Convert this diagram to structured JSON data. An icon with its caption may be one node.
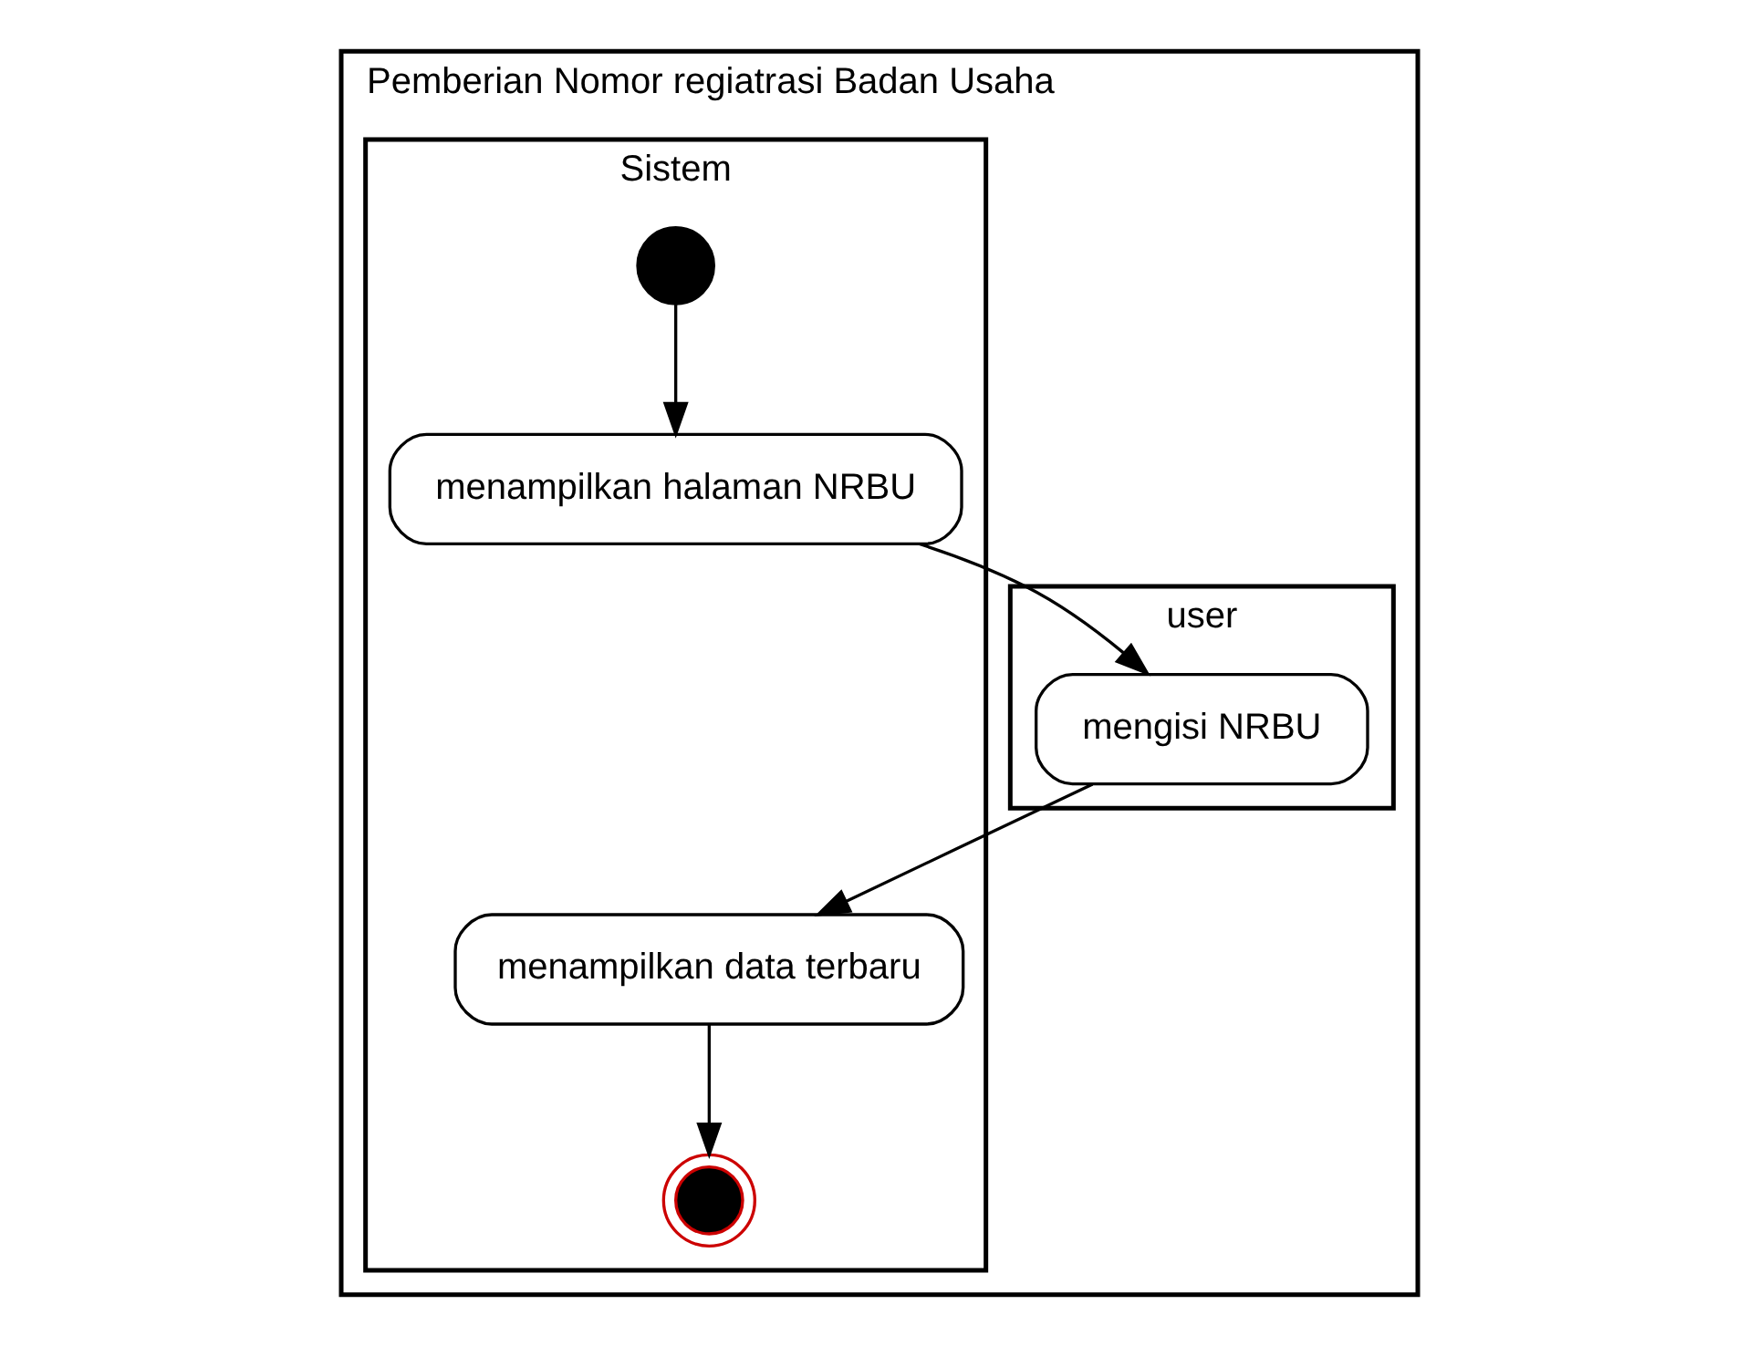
{
  "diagram": {
    "nodes": [
      {
        "text": [
          "Pemberian Nomor regiatrasi Badan Usaha"
        ]
      },
      {
        "text": [
          "user"
        ],
        "in": 0
      },
      {
        "text": [
          "Sistem"
        ],
        "in": 0
      },
      {
        "text": [],
        "shape": "circle",
        "in": 2
      },
      {
        "text": [
          "menampilkan halaman NRBU"
        ],
        "in": 2
      },
      {
        "text": [
          "mengisi NRBU"
        ],
        "in": 1
      },
      {
        "text": [
          "menampilkan data terbaru"
        ],
        "in": 2
      },
      {
        "text": [],
        "shape": "circle",
        "in": 2
      }
    ],
    "edges": [
      {
        "from": 3,
        "to": 4,
        "arrow": "to"
      },
      {
        "from": 4,
        "to": 5,
        "arrow": "to"
      },
      {
        "from": 5,
        "to": 6,
        "arrow": "to"
      },
      {
        "from": 6,
        "to": 7,
        "arrow": "to"
      }
    ]
  }
}
